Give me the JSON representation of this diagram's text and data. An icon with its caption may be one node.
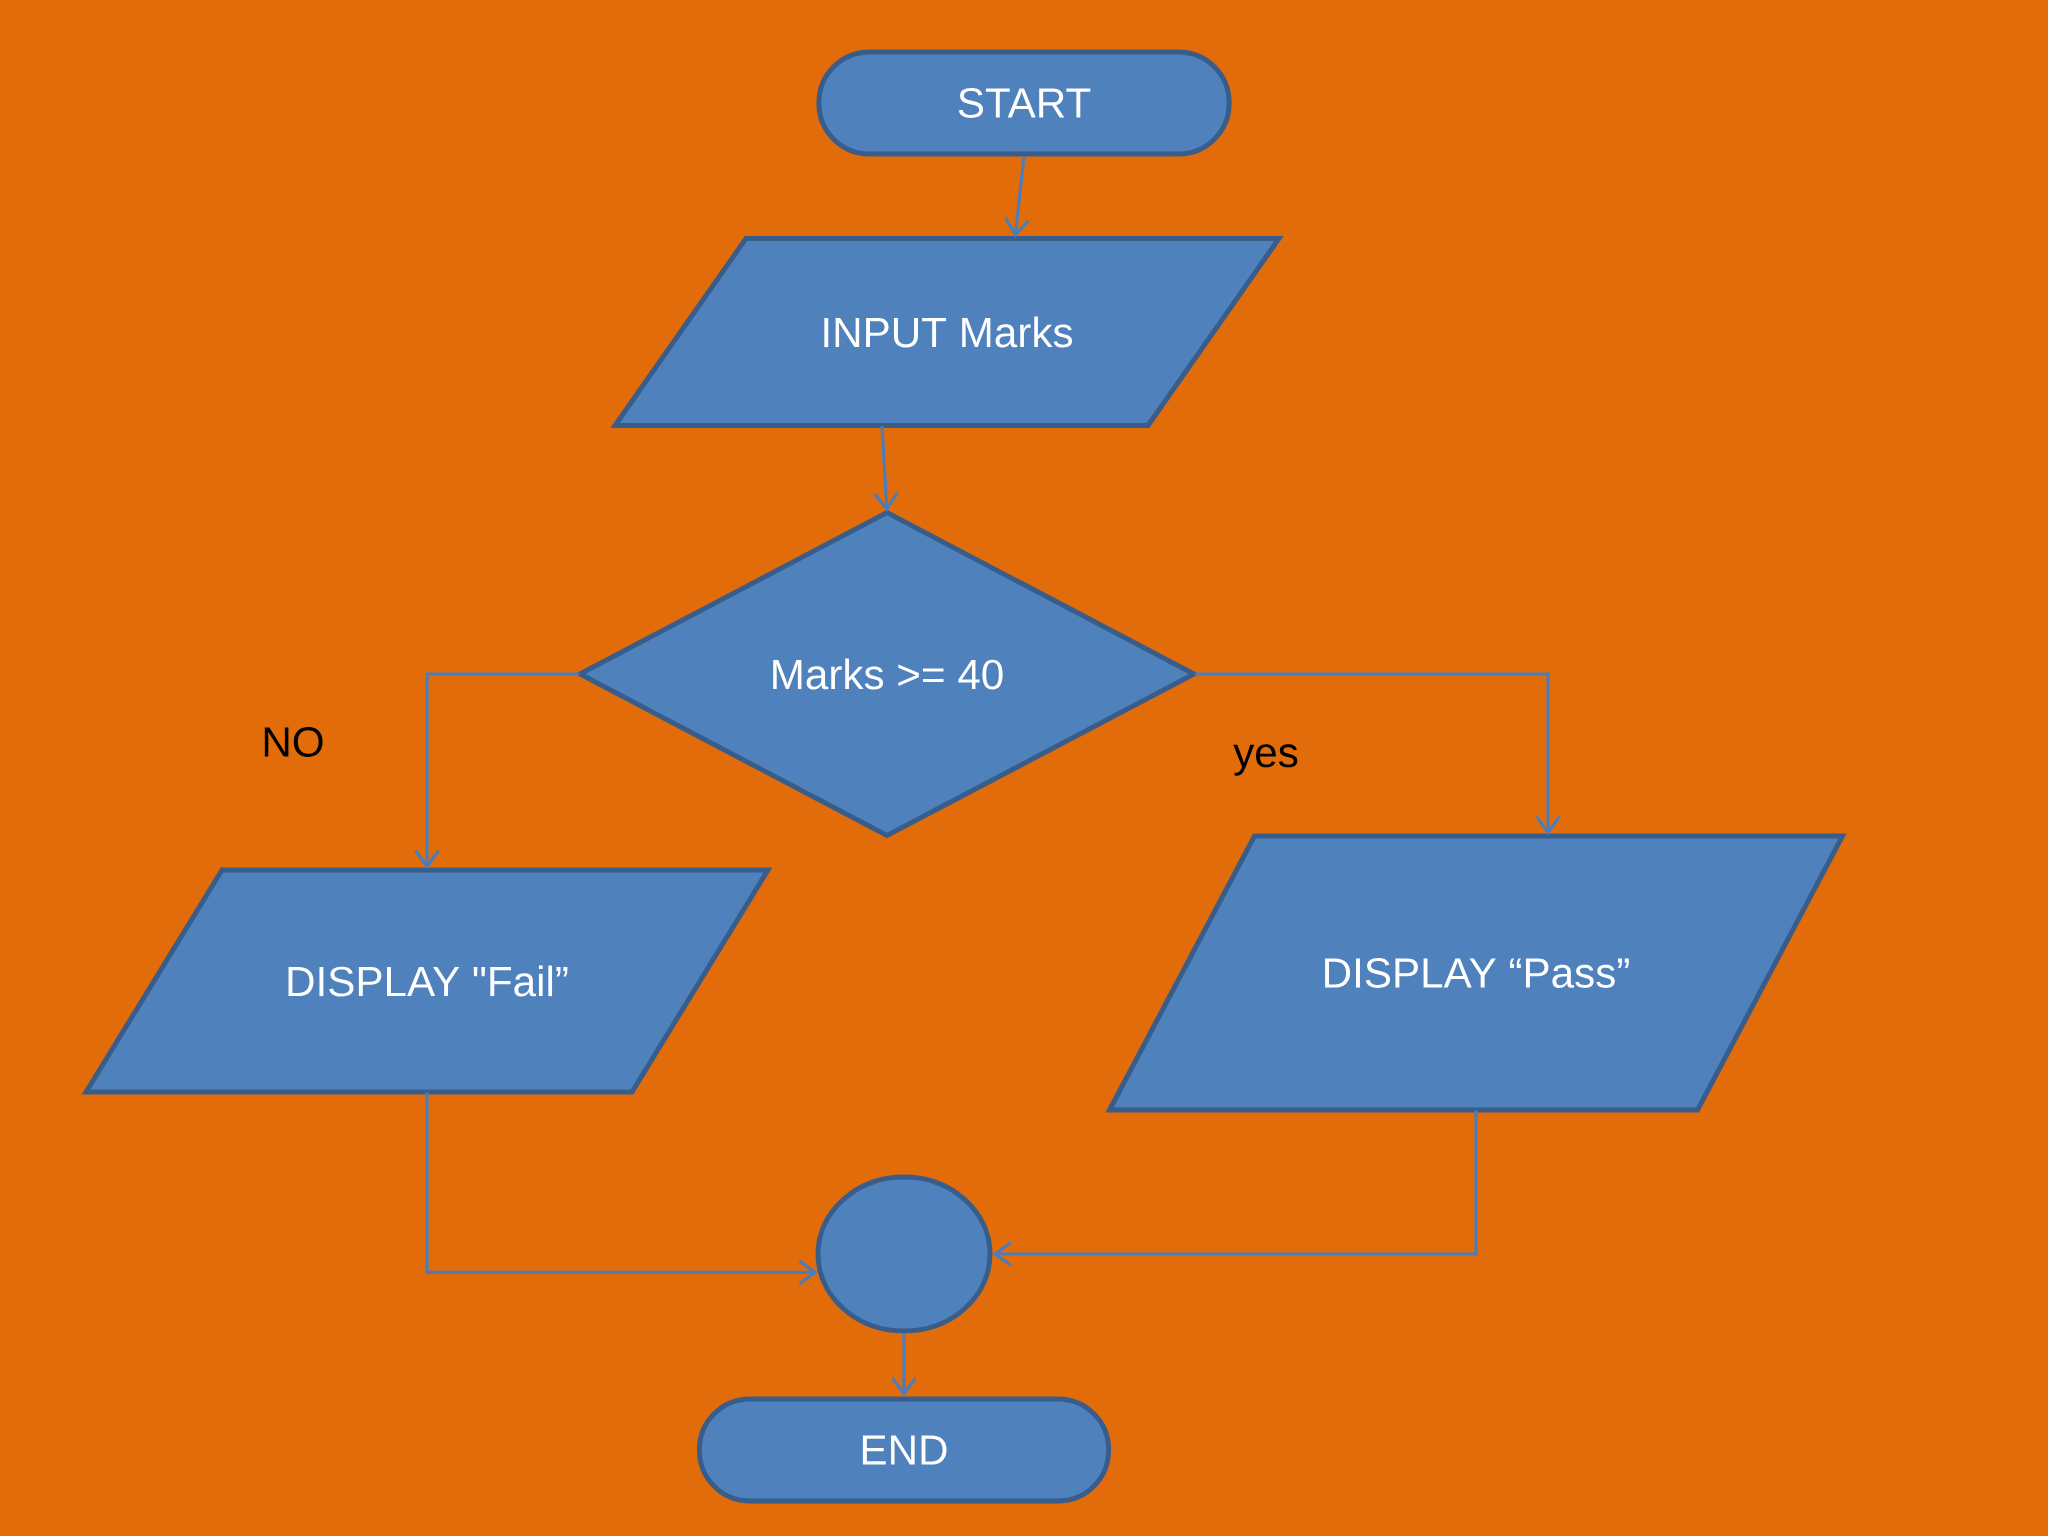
{
  "diagram": {
    "nodes": [
      {
        "text": [
          "START"
        ]
      },
      {
        "text": [
          "INPUT Marks"
        ]
      },
      {
        "text": [
          "Marks >= 40"
        ]
      },
      {
        "text": [
          "DISPLAY \"Fail”"
        ]
      },
      {
        "text": [
          "DISPLAY “Pass”"
        ]
      },
      {
        "text": [],
        "shape": "circle"
      },
      {
        "text": [
          "END"
        ]
      }
    ],
    "edges": [
      {
        "from": 0,
        "to": 1,
        "arrow": "to"
      },
      {
        "from": 1,
        "to": 2,
        "arrow": "to"
      },
      {
        "from": 2,
        "to": 3,
        "arrow": "to",
        "label": "NO"
      },
      {
        "from": 2,
        "to": 4,
        "arrow": "to",
        "label": "yes"
      },
      {
        "from": 3,
        "to": 5,
        "arrow": "to"
      },
      {
        "from": 4,
        "to": 5,
        "arrow": "to"
      },
      {
        "from": 5,
        "to": 6,
        "arrow": "to"
      }
    ]
  }
}
